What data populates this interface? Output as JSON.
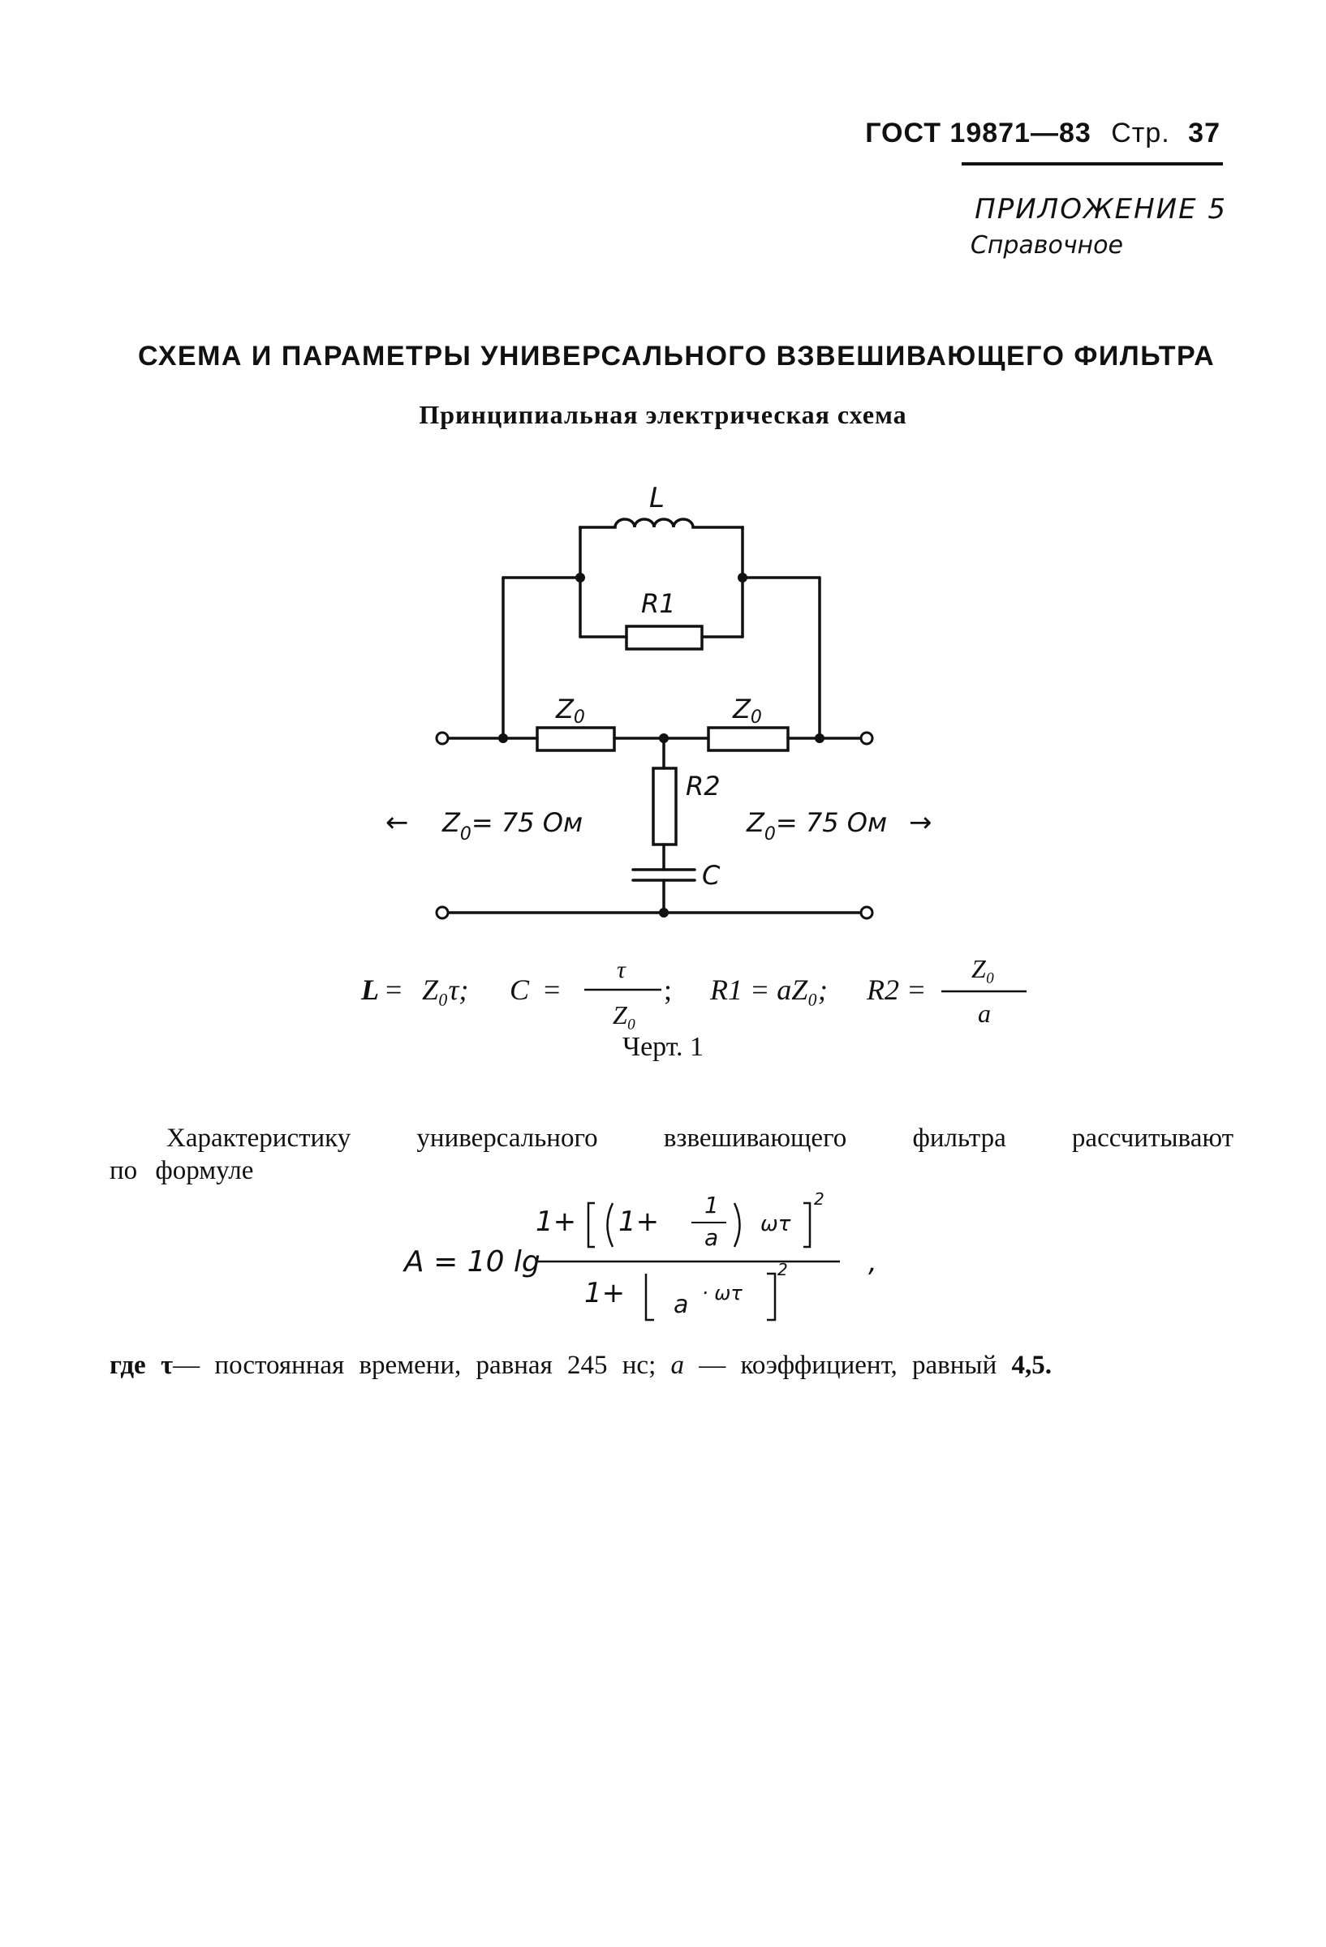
{
  "header": {
    "standard": "ГОСТ 19871—83",
    "page_label": "Стр.",
    "page_number": "37"
  },
  "appendix": {
    "title": "ПРИЛОЖЕНИЕ 5",
    "type": "Справочное"
  },
  "title": "СХЕМА И ПАРАМЕТРЫ УНИВЕРСАЛЬНОГО ВЗВЕШИВАЮЩЕГО ФИЛЬТРА",
  "subtitle": "Принципиальная электрическая схема",
  "circuit": {
    "inductor": "L",
    "resistor_top": "R1",
    "resistor_left": "Z",
    "resistor_right": "Z",
    "subscript_zero": "0",
    "resistor_shunt": "R2",
    "capacitor": "C",
    "left_impedance": "Z",
    "left_impedance_value": "= 75 Ом",
    "right_impedance": "Z",
    "right_impedance_value": "= 75 Ом",
    "left_arrow": "←",
    "right_arrow": "→"
  },
  "parameters": {
    "L_lhs": "L",
    "L_rhs": "Z₀τ;",
    "C_lhs": "C",
    "C_num": "τ",
    "C_den": "Z₀",
    "R1": "R1 = aZ₀;",
    "R2_lhs": "R2 =",
    "R2_num": "Z₀",
    "R2_den": "a"
  },
  "caption": "Черт. 1",
  "paragraph": {
    "line1": "Характеристику универсального взвешивающего фильтра рассчитывают",
    "line2": "по формуле"
  },
  "formula": {
    "lhs": "A = 10 lg",
    "num_prefix": "1+",
    "num_inner": "1+",
    "num_frac_num": "1",
    "num_frac_den": "a",
    "omega_tau": "ωτ",
    "power": "2",
    "den_prefix": "1+",
    "den_a": "a",
    "den_omega_tau": "· ωτ",
    "comma": ","
  },
  "where": {
    "prefix": "где",
    "tau": "τ",
    "tau_desc": "— постоянная времени, равная 245 нс;",
    "a": "a",
    "a_desc": "— коэффициент, равный",
    "a_value": "4,5."
  }
}
